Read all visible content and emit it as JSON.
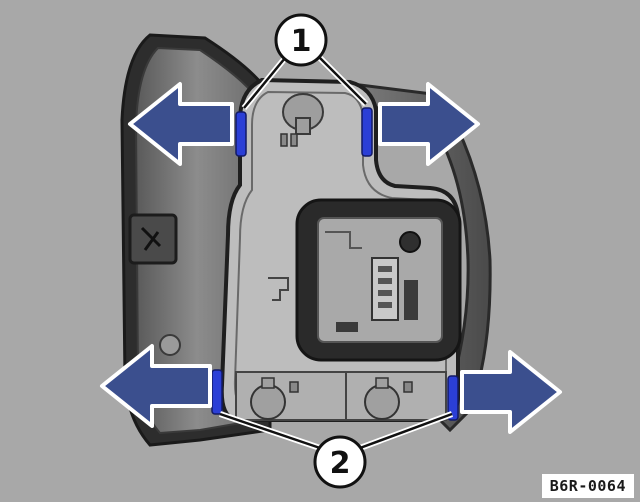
{
  "diagram": {
    "callouts": [
      {
        "id": "1",
        "label": "1"
      },
      {
        "id": "2",
        "label": "2"
      }
    ],
    "reference_code": "B6R-0064",
    "colors": {
      "background": "#a8a8a8",
      "arrow_fill": "#3b4f8e",
      "highlight_blue": "#2b3fd6",
      "housing_dark": "#2a2a2a",
      "carrier_fill": "#b8b8b8"
    },
    "icons": [
      "arrow-left-icon",
      "arrow-right-icon"
    ]
  }
}
